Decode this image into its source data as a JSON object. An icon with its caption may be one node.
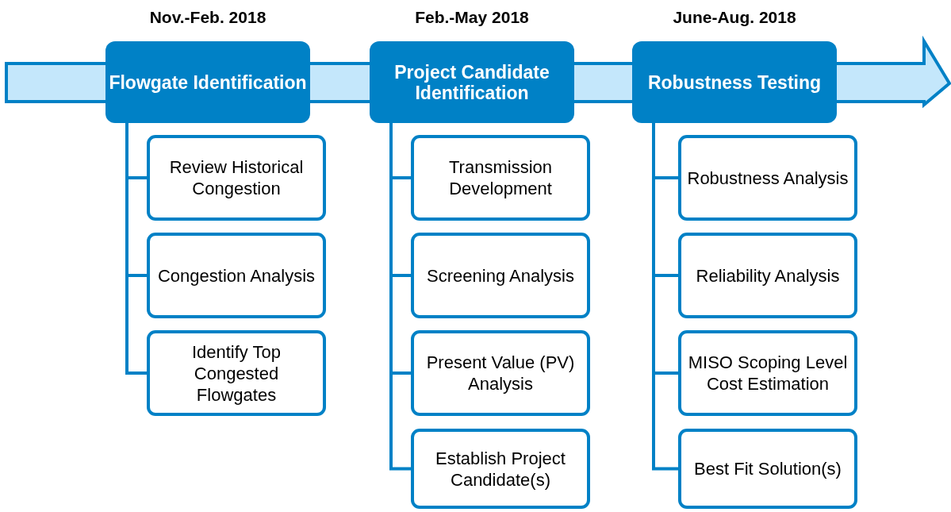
{
  "diagram": {
    "nodes": [
      {
        "text": [
          "Flowgate Identification"
        ],
        "beside": [
          "Nov.-Feb. 2018"
        ]
      },
      {
        "text": [
          "Review Historical Congestion"
        ]
      },
      {
        "text": [
          "Congestion Analysis"
        ]
      },
      {
        "text": [
          "Identify Top Congested Flowgates"
        ]
      },
      {
        "text": [
          "Project Candidate Identification"
        ],
        "beside": [
          "Feb.-May 2018"
        ]
      },
      {
        "text": [
          "Transmission Development"
        ]
      },
      {
        "text": [
          "Screening Analysis"
        ]
      },
      {
        "text": [
          "Present Value (PV) Analysis"
        ]
      },
      {
        "text": [
          "Establish Project Candidate(s)"
        ]
      },
      {
        "text": [
          "Robustness Testing"
        ],
        "beside": [
          "June-Aug. 2018"
        ]
      },
      {
        "text": [
          "Robustness Analysis"
        ]
      },
      {
        "text": [
          "Reliability Analysis"
        ]
      },
      {
        "text": [
          "MISO Scoping Level Cost Estimation"
        ]
      },
      {
        "text": [
          "Best Fit Solution(s)"
        ]
      }
    ],
    "edges": [
      {
        "from": 0,
        "to": 1,
        "arrow": "none"
      },
      {
        "from": 0,
        "to": 2,
        "arrow": "none"
      },
      {
        "from": 0,
        "to": 3,
        "arrow": "none"
      },
      {
        "from": 4,
        "to": 5,
        "arrow": "none"
      },
      {
        "from": 4,
        "to": 6,
        "arrow": "none"
      },
      {
        "from": 4,
        "to": 7,
        "arrow": "none"
      },
      {
        "from": 4,
        "to": 8,
        "arrow": "none"
      },
      {
        "from": 9,
        "to": 10,
        "arrow": "none"
      },
      {
        "from": 9,
        "to": 11,
        "arrow": "none"
      },
      {
        "from": 9,
        "to": 12,
        "arrow": "none"
      },
      {
        "from": 9,
        "to": 13,
        "arrow": "none"
      }
    ]
  }
}
